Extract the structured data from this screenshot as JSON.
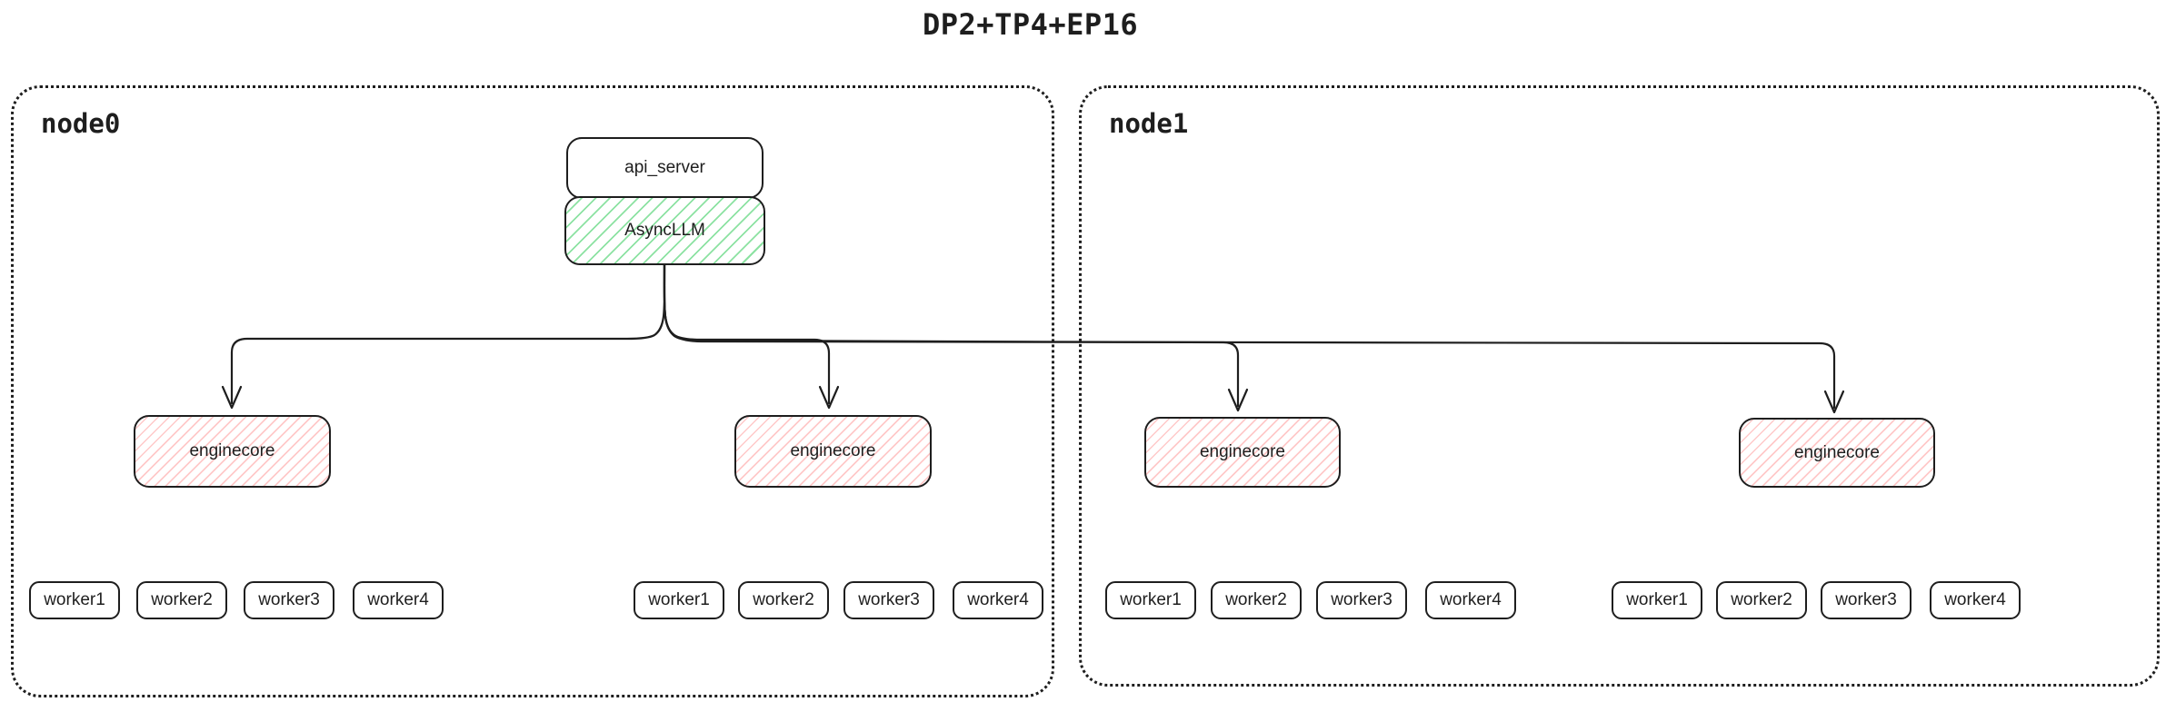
{
  "title": "DP2+TP4+EP16",
  "colors": {
    "stroke": "#1e1e1e",
    "green_hatch": "#8ce2a2",
    "red_hatch": "#ffc9c9",
    "background": "#ffffff"
  },
  "api_server": {
    "label": "api_server"
  },
  "async_llm": {
    "label": "AsyncLLM"
  },
  "nodes": [
    {
      "label": "node0",
      "groups": [
        {
          "enginecore": "enginecore",
          "workers": [
            "worker1",
            "worker2",
            "worker3",
            "worker4"
          ]
        },
        {
          "enginecore": "enginecore",
          "workers": [
            "worker1",
            "worker2",
            "worker3",
            "worker4"
          ]
        }
      ]
    },
    {
      "label": "node1",
      "groups": [
        {
          "enginecore": "enginecore",
          "workers": [
            "worker1",
            "worker2",
            "worker3",
            "worker4"
          ]
        },
        {
          "enginecore": "enginecore",
          "workers": [
            "worker1",
            "worker2",
            "worker3",
            "worker4"
          ]
        }
      ]
    }
  ]
}
